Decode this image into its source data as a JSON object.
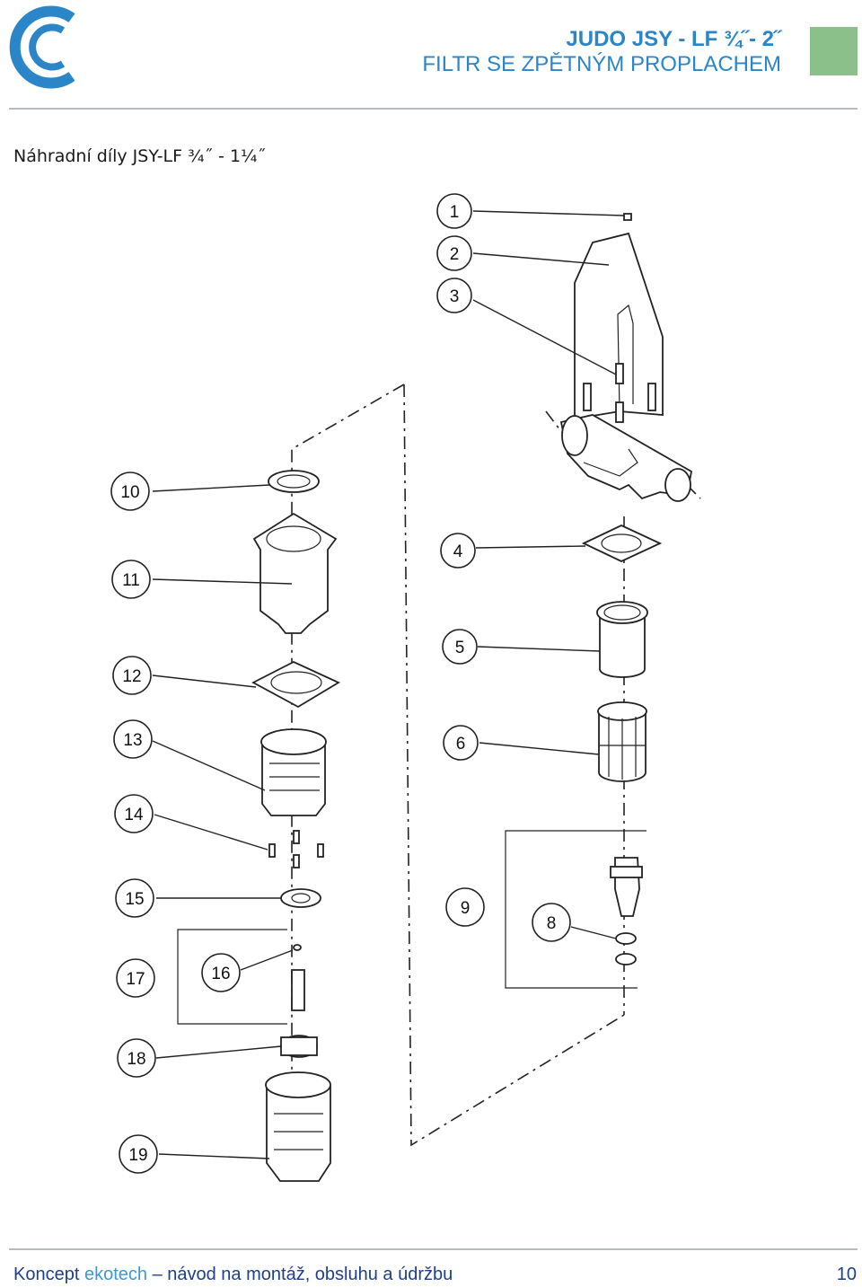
{
  "header": {
    "title_line1": "JUDO  JSY - LF  ¾˝- 2˝",
    "title_line2": "FILTR SE ZPĚTNÝM PROPLACHEM",
    "brand_color": "#2a86c8",
    "accent_square_color": "#8cc08a"
  },
  "subtitle": "Náhradní díly  JSY-LF ¾˝ - 1¼˝",
  "diagram": {
    "callouts": [
      {
        "id": "callout-1",
        "label": "1"
      },
      {
        "id": "callout-2",
        "label": "2"
      },
      {
        "id": "callout-3",
        "label": "3"
      },
      {
        "id": "callout-4",
        "label": "4"
      },
      {
        "id": "callout-5",
        "label": "5"
      },
      {
        "id": "callout-6",
        "label": "6"
      },
      {
        "id": "callout-8",
        "label": "8"
      },
      {
        "id": "callout-9",
        "label": "9"
      },
      {
        "id": "callout-10",
        "label": "10"
      },
      {
        "id": "callout-11",
        "label": "11"
      },
      {
        "id": "callout-12",
        "label": "12"
      },
      {
        "id": "callout-13",
        "label": "13"
      },
      {
        "id": "callout-14",
        "label": "14"
      },
      {
        "id": "callout-15",
        "label": "15"
      },
      {
        "id": "callout-16",
        "label": "16"
      },
      {
        "id": "callout-17",
        "label": "17"
      },
      {
        "id": "callout-18",
        "label": "18"
      },
      {
        "id": "callout-19",
        "label": "19"
      }
    ]
  },
  "footer": {
    "text_prefix": "Koncept ",
    "text_accent": "ekotech",
    "text_suffix": " – návod na montáž, obsluhu a údržbu",
    "page_number": "10"
  }
}
